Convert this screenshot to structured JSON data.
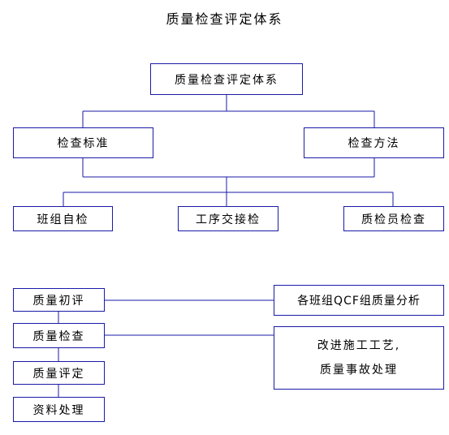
{
  "title": "质量检查评定体系",
  "tree": {
    "root": "质量检查评定体系",
    "level1": [
      "检查标准",
      "检查方法"
    ],
    "level2": [
      "班组自检",
      "工序交接检",
      "质检员检查"
    ]
  },
  "process": {
    "steps": [
      "质量初评",
      "质量检查",
      "质量评定",
      "资料处理"
    ],
    "analysis": "各班组QCF组质量分析",
    "improvement": [
      "改进施工工艺,",
      "质量事故处理"
    ]
  }
}
